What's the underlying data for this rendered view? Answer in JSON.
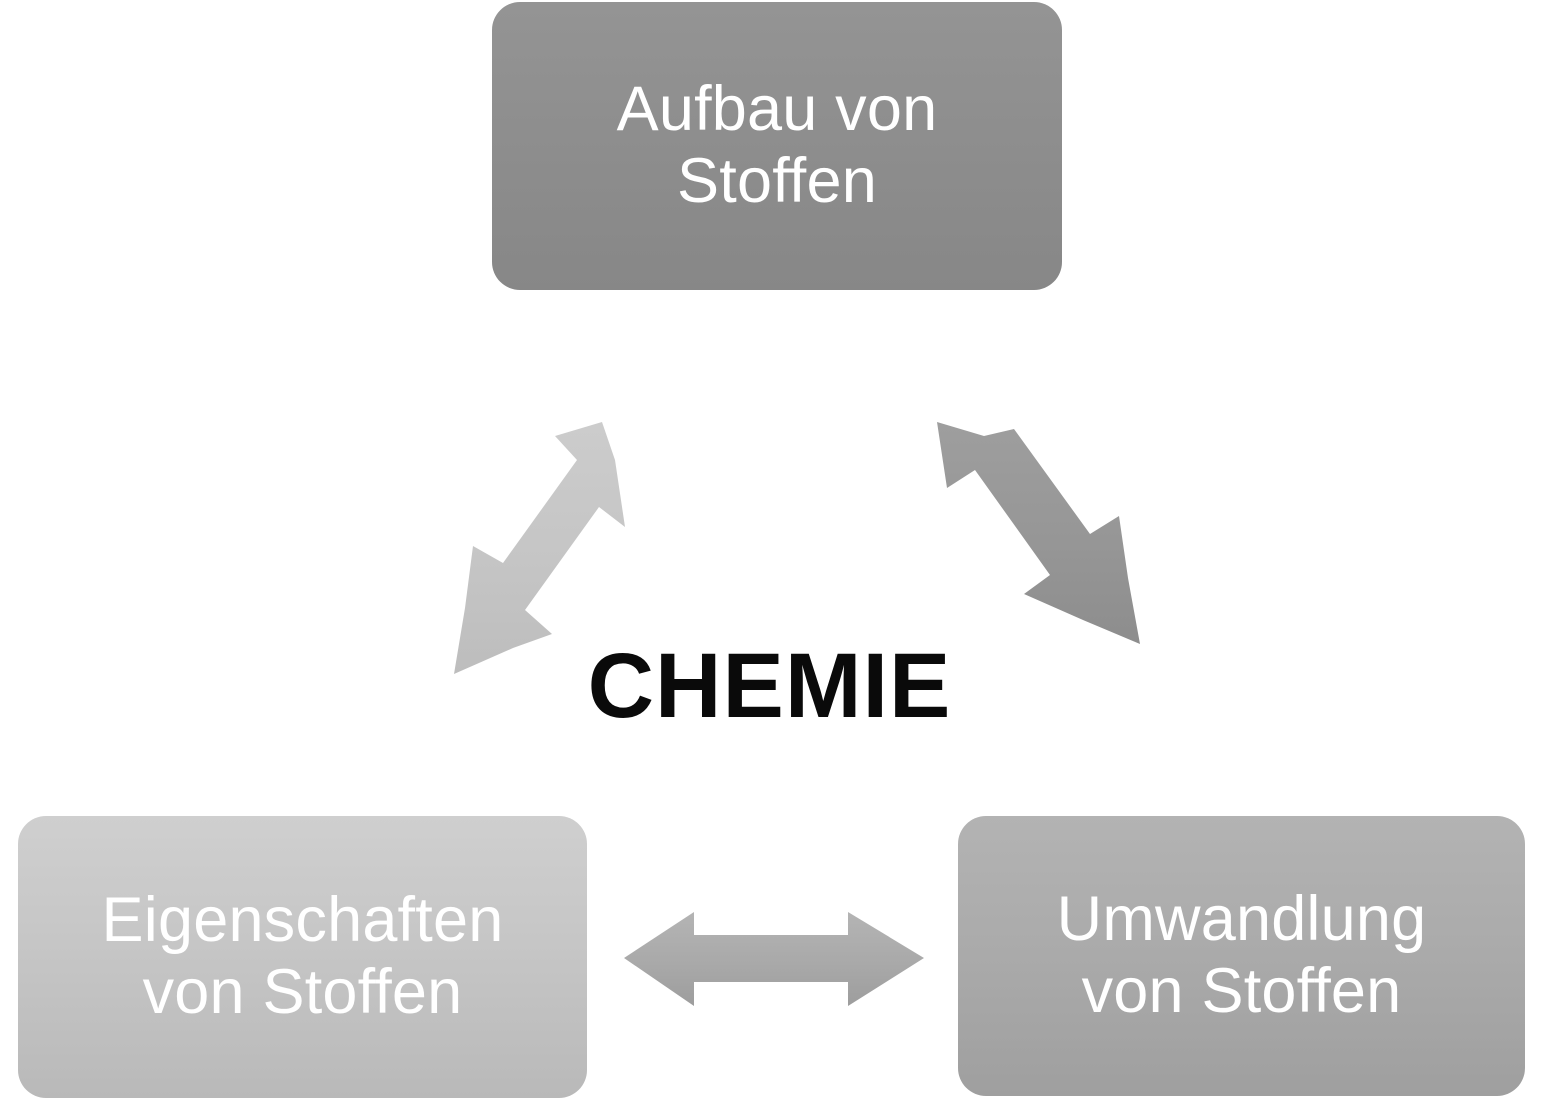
{
  "diagram": {
    "title": "CHEMIE",
    "center_label": "CHEMIE",
    "nodes": [
      {
        "id": "aufbau",
        "line1": "Aufbau von",
        "line2": "Stoffen",
        "full_text": "Aufbau von Stoffen",
        "fill": "#8e8e8e",
        "text_color": "#ffffff",
        "position": "top"
      },
      {
        "id": "eigenschaften",
        "line1": "Eigenschaften",
        "line2": "von Stoffen",
        "full_text": "Eigenschaften von Stoffen",
        "fill": "#c6c6c6",
        "text_color": "#ffffff",
        "position": "bottom-left"
      },
      {
        "id": "umwandlung",
        "line1": "Umwandlung",
        "line2": "von Stoffen",
        "full_text": "Umwandlung von Stoffen",
        "fill": "#ababab",
        "text_color": "#ffffff",
        "position": "bottom-right"
      }
    ],
    "connectors": [
      {
        "id": "left-diagonal",
        "from": "eigenschaften",
        "to": "aufbau",
        "style": "double-headed",
        "orientation": "diagonal-up-right",
        "fill": "#c4c4c4"
      },
      {
        "id": "right-diagonal",
        "from": "aufbau",
        "to": "umwandlung",
        "style": "double-headed",
        "orientation": "diagonal-down-right",
        "fill": "#969696"
      },
      {
        "id": "bottom-horizontal",
        "from": "eigenschaften",
        "to": "umwandlung",
        "style": "double-headed",
        "orientation": "horizontal",
        "fill": "#a8a8a8"
      }
    ],
    "background": "#ffffff"
  }
}
